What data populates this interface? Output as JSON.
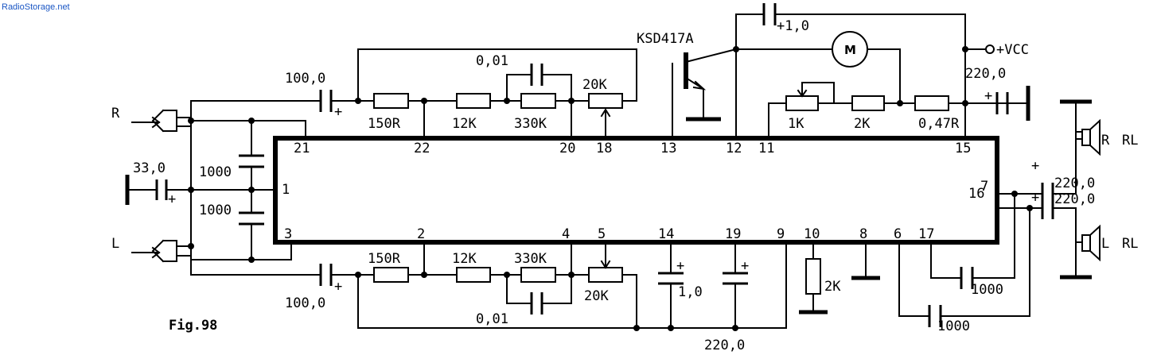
{
  "watermark": "RadioStorage.net",
  "figure_label": "Fig.98",
  "ic_pins": [
    "21",
    "22",
    "20",
    "18",
    "13",
    "12",
    "11",
    "15",
    "16",
    "1",
    "7",
    "3",
    "2",
    "4",
    "5",
    "14",
    "19",
    "9",
    "10",
    "8",
    "6",
    "17"
  ],
  "transistor": "KSD417A",
  "motor": "M",
  "supply": "+VCC",
  "inputs": {
    "right": "R",
    "left": "L"
  },
  "outputs": {
    "right": "R",
    "left": "L",
    "rl_right": "RL",
    "rl_left": "RL"
  },
  "plus_sign": "+",
  "components": {
    "c_in_top": "100,0",
    "c_in_bot": "100,0",
    "r150_top": "150R",
    "r150_bot": "150R",
    "r12k_top": "12K",
    "r12k_bot": "12K",
    "r330k_top": "330K",
    "r330k_bot": "330K",
    "c001_top": "0,01",
    "c001_bot": "0,01",
    "pot_top": "20K",
    "pot_bot": "20K",
    "c_bias": "33,0",
    "c1000_a": "1000",
    "c1000_b": "1000",
    "c_motor": "+1,0",
    "c_vcc": "220,0",
    "pot_1k": "1K",
    "r2k_top": "2K",
    "r047": "0,47R",
    "c_out_r": "220,0",
    "c_out_l": "220,0",
    "c14": "1,0",
    "c19": "220,0",
    "r2k_bot": "2K",
    "c1000_17": "1000",
    "c1000_6": "1000"
  }
}
